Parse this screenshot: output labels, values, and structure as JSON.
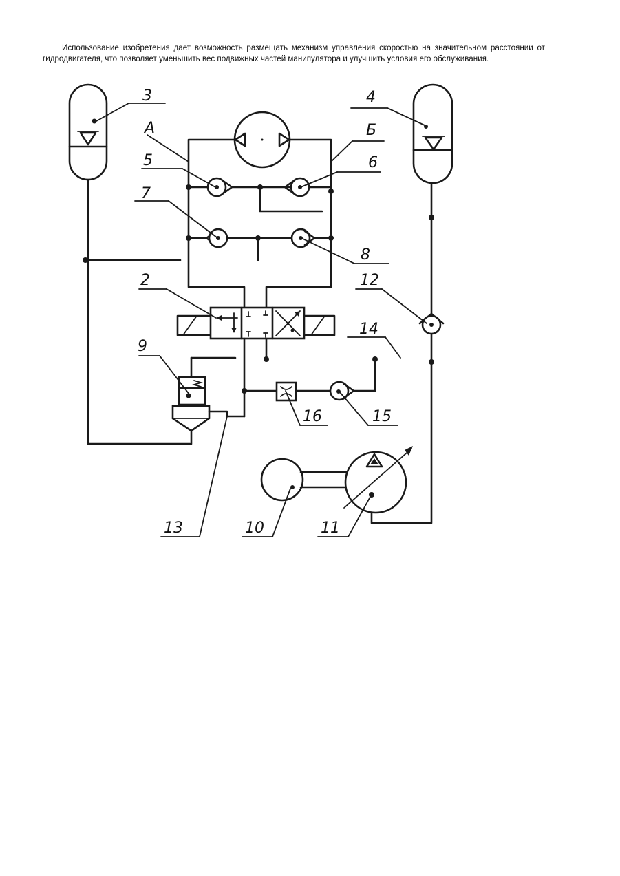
{
  "document": {
    "paragraph": "Использование изобретения дает возможность размещать механизм управления скоростью на значительном расстоянии от гидродвигателя, что позволяет уменьшить вес подвижных частей манипулятора и улучшить условия его обслуживания."
  },
  "figure": {
    "labels": {
      "l2": "2",
      "l3": "3",
      "l4": "4",
      "l5": "5",
      "l6": "6",
      "l7": "7",
      "l8": "8",
      "l9": "9",
      "l10": "10",
      "l11": "11",
      "l12": "12",
      "l13": "13",
      "l14": "14",
      "l15": "15",
      "l16": "16",
      "lA": "А",
      "lB": "Б"
    }
  }
}
